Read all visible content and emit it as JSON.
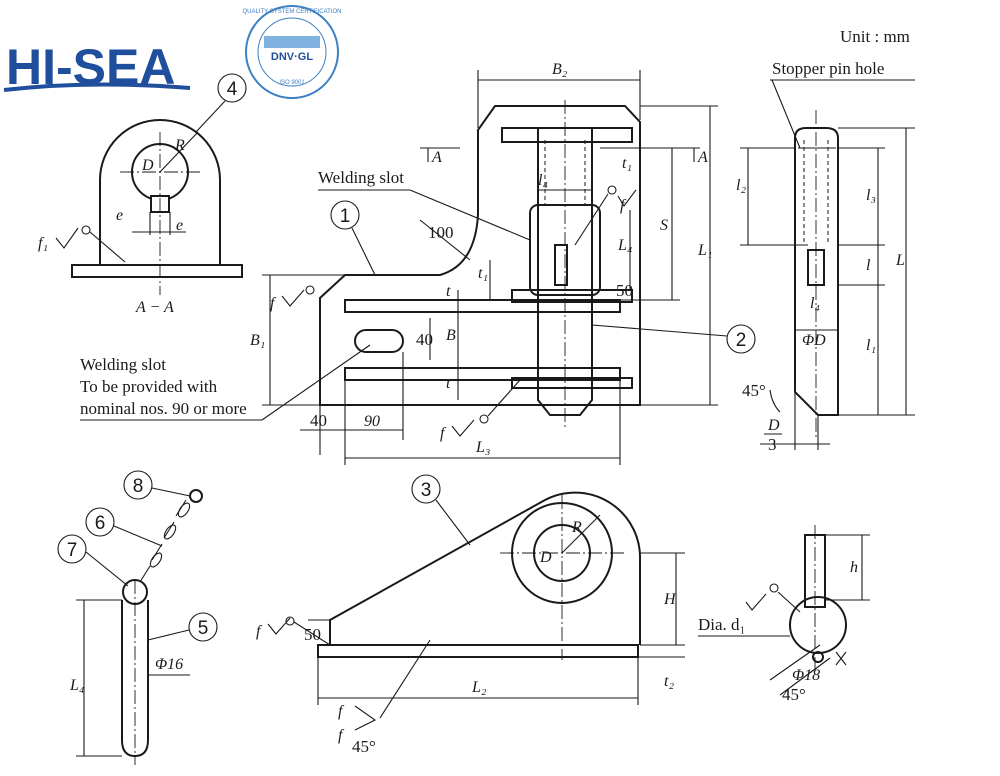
{
  "brand": {
    "name": "HI-SEA",
    "color": "#1f4e9c",
    "badge_text": "DNV·GL",
    "badge_ring_text": "QUALITY SYSTEM CERTIFICATION",
    "badge_iso": "ISO 9001",
    "badge_color": "#3b7fc4"
  },
  "header": {
    "unit": "Unit : mm",
    "stopper_pin_hole": "Stopper pin hole"
  },
  "notes": {
    "welding_slot_1": "Welding slot",
    "welding_slot_2_line1": "Welding slot",
    "welding_slot_2_line2": "To be provided with",
    "welding_slot_2_line3": "nominal nos. 90 or more",
    "section_label": "A − A",
    "dia_label": "Dia. d₁"
  },
  "part_numbers": [
    "1",
    "2",
    "3",
    "4",
    "5",
    "6",
    "7",
    "8"
  ],
  "dimensions": {
    "B2": "B₂",
    "B1": "B₁",
    "B": "B",
    "L1": "L₁",
    "L2": "L₂",
    "L3": "L₃",
    "L4": "L₄",
    "S": "S",
    "L": "L",
    "l": "l",
    "l1": "l₁",
    "l2": "l₂",
    "l3": "l₃",
    "l4": "l₄",
    "t": "t",
    "t1": "t₁",
    "t2": "t₂",
    "H": "H",
    "h": "h",
    "R": "R",
    "D": "D",
    "phiD": "ΦD",
    "D3_num": "D",
    "D3_den": "3",
    "e": "e",
    "v100": "100",
    "v50": "50",
    "v40": "40",
    "v90": "90",
    "v45": "45°",
    "phi16": "Φ16",
    "phi18": "Φ18",
    "f": "f",
    "f1": "f₁",
    "A": "A"
  }
}
